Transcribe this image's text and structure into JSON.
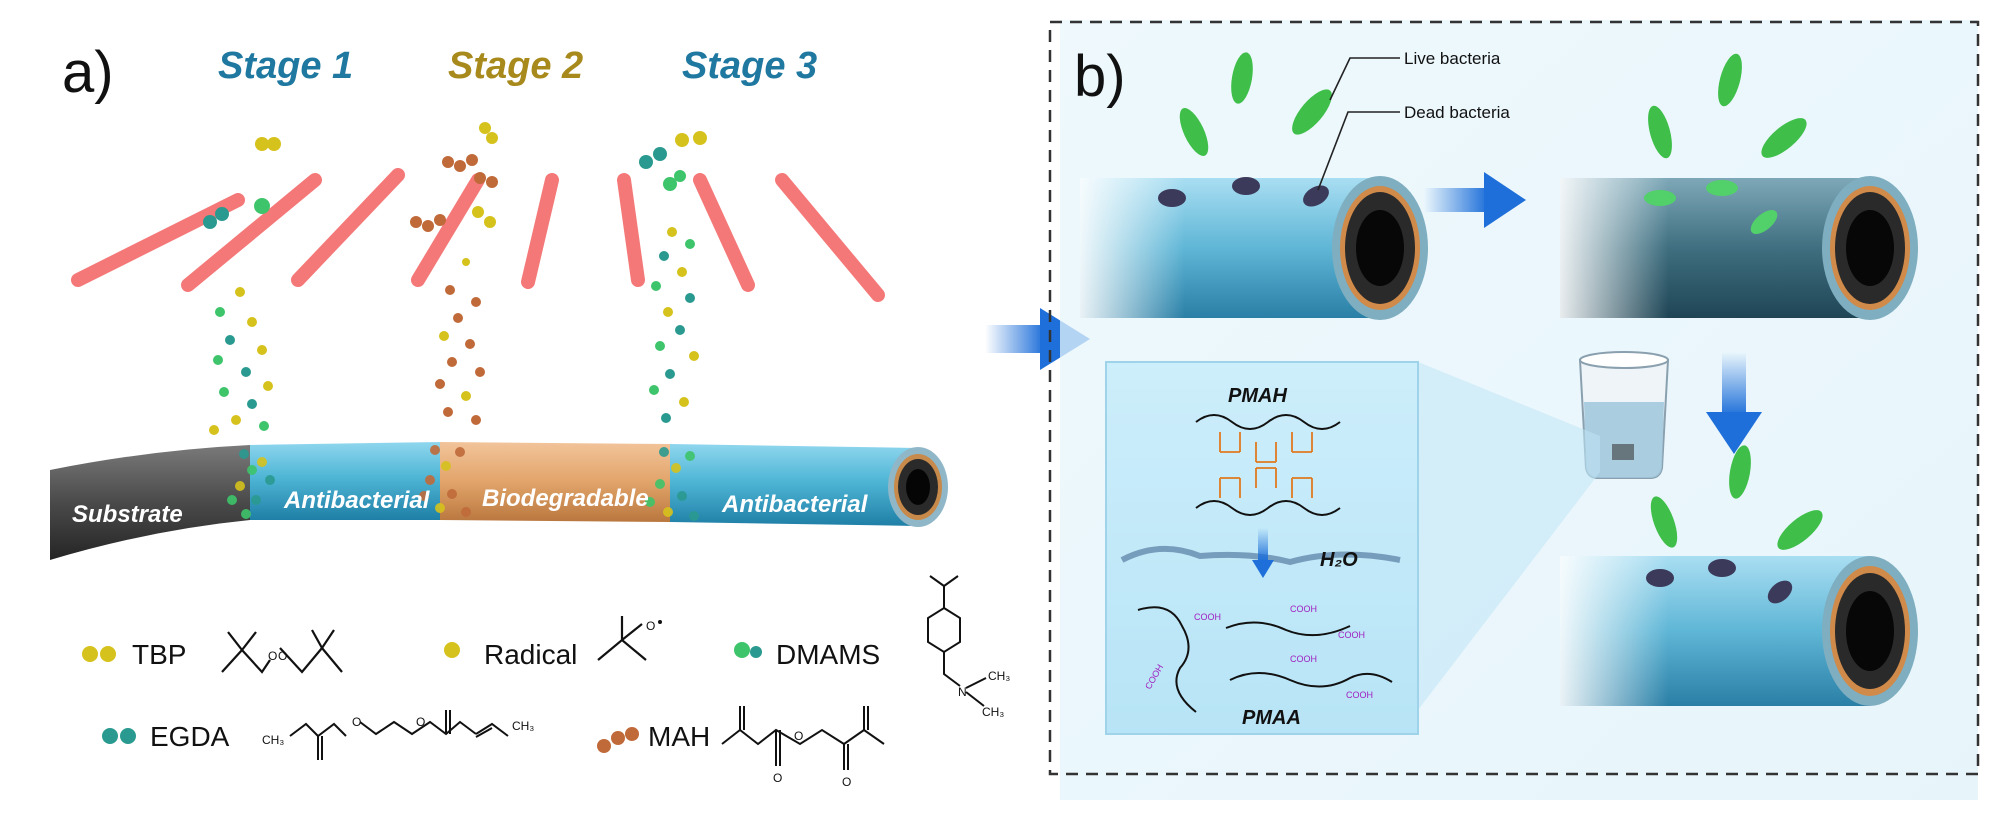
{
  "panel_a": {
    "label": "a)",
    "stages": [
      "Stage 1",
      "Stage 2",
      "Stage 3"
    ],
    "segments": [
      "Substrate",
      "Antibacterial",
      "Biodegradable",
      "Antibacterial"
    ],
    "legend": {
      "tbp": "TBP",
      "radical": "Radical",
      "dmams": "DMAMS",
      "egda": "EGDA",
      "mah": "MAH"
    },
    "chem_labels": {
      "ch3": "CH₃",
      "n": "N",
      "o": "O"
    }
  },
  "panel_b": {
    "label": "b)",
    "live_bacteria": "Live bacteria",
    "dead_bacteria": "Dead bacteria",
    "pmah": "PMAH",
    "pmaa": "PMAA",
    "h2o": "H₂O",
    "cooh": "COOH"
  },
  "colors": {
    "stage1": "#1f78a0",
    "stage2": "#a88a1c",
    "stage3": "#1f78a0",
    "laser": "#f06a6a",
    "substrate": "#4a4a4a",
    "antibacterial": "#4fb6d6",
    "biodegradable": "#e2a46a",
    "bacteria_live": "#3fbf4a",
    "bacteria_dead": "#3c3a5a",
    "arrow_blue": "#1e6fd9",
    "tbp_yellow": "#d6c21c",
    "egda_teal": "#2a9a90",
    "dmams_green": "#3ec46a",
    "mah_orange": "#c06a3a"
  }
}
